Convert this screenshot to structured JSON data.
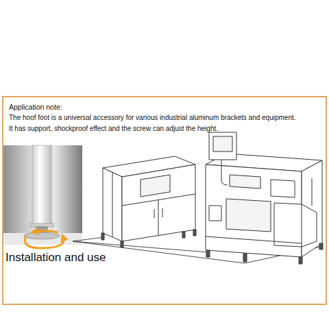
{
  "diagram": {
    "nodes": [
      {
        "text": [
          "Application note:",
          "The hoof foot is a universal accessory for various industrial aluminum brackets and equipment.",
          "It has support, shockproof effect and the screw can adjust the height."
        ]
      }
    ],
    "labels": [
      "Installation and use"
    ]
  }
}
